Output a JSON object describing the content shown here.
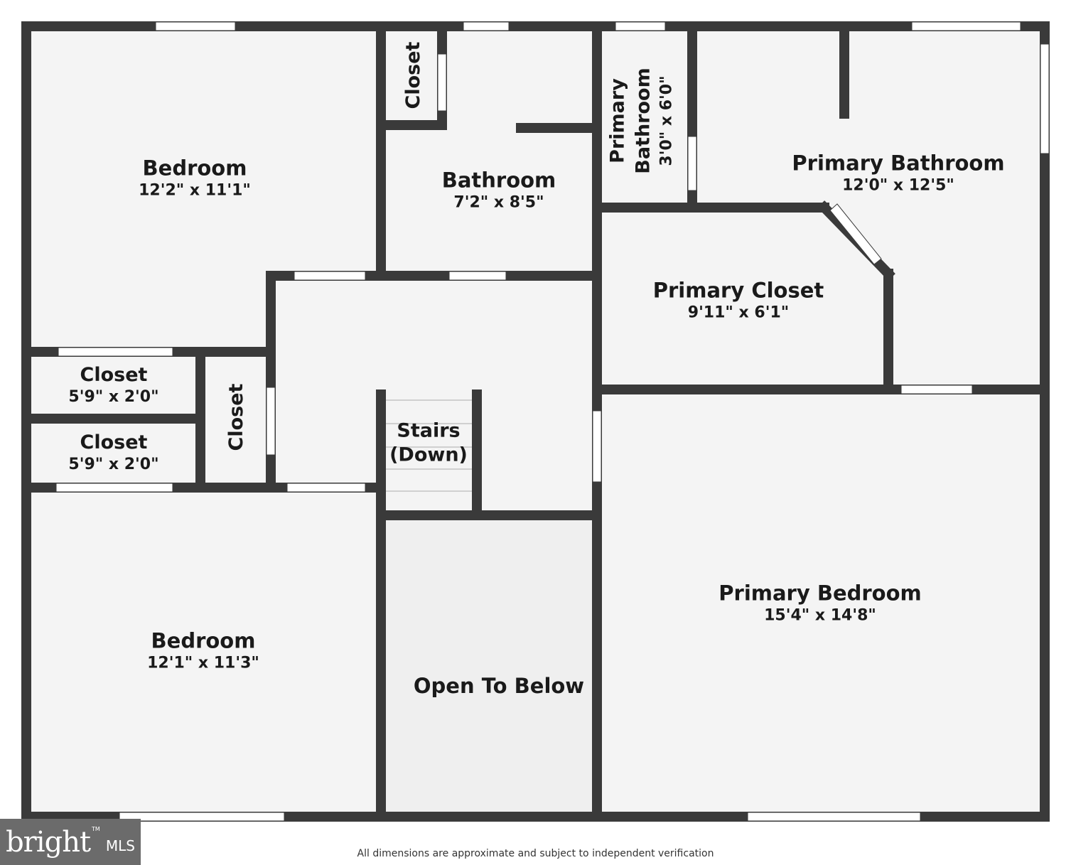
{
  "colors": {
    "wall": "#3a3a3a",
    "floor": "#f4f4f4",
    "open_floor": "#efefef",
    "opening": "#ffffff"
  },
  "rooms": [
    {
      "id": "bedroom-1",
      "name": "Bedroom",
      "dim": "12'2\" x 11'1\""
    },
    {
      "id": "closet-top",
      "name": "Closet",
      "dim": ""
    },
    {
      "id": "bathroom",
      "name": "Bathroom",
      "dim": "7'2\" x 8'5\""
    },
    {
      "id": "primary-bath-small",
      "name": "Primary Bathroom",
      "dim": "3'0\" x 6'0\""
    },
    {
      "id": "primary-bathroom",
      "name": "Primary Bathroom",
      "dim": "12'0\" x 12'5\""
    },
    {
      "id": "primary-closet",
      "name": "Primary Closet",
      "dim": "9'11\" x 6'1\""
    },
    {
      "id": "closet-a",
      "name": "Closet",
      "dim": "5'9\" x 2'0\""
    },
    {
      "id": "closet-b",
      "name": "Closet",
      "dim": "5'9\" x 2'0\""
    },
    {
      "id": "closet-vertical",
      "name": "Closet",
      "dim": ""
    },
    {
      "id": "stairs",
      "name": "Stairs",
      "name2": "(Down)"
    },
    {
      "id": "bedroom-2",
      "name": "Bedroom",
      "dim": "12'1\" x 11'3\""
    },
    {
      "id": "open-to-below",
      "name": "Open To Below",
      "dim": ""
    },
    {
      "id": "primary-bedroom",
      "name": "Primary Bedroom",
      "dim": "15'4\" x 14'8\""
    }
  ],
  "logo": {
    "word": "bright",
    "mls": "MLS",
    "tm": "TM"
  },
  "disclaimer": "All dimensions are approximate and subject to independent verification"
}
